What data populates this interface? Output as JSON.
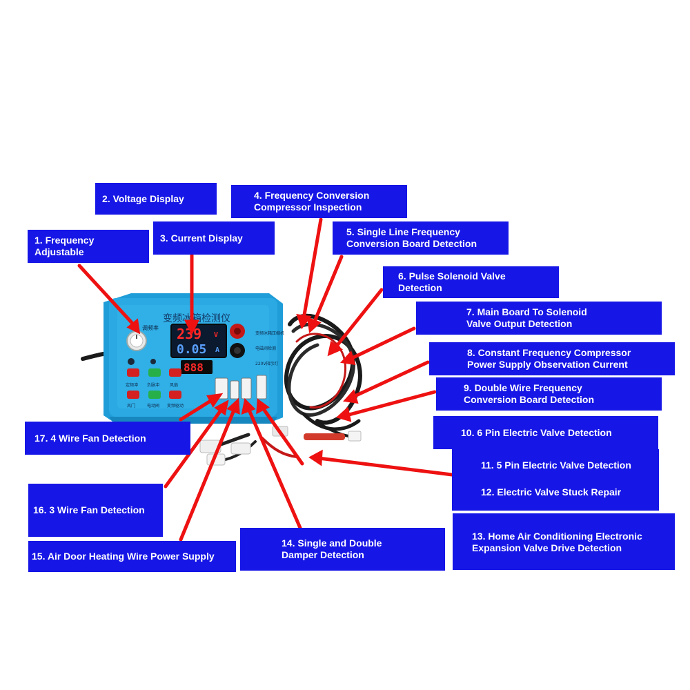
{
  "device": {
    "title": "变频冰箱检测仪",
    "knob_label": "调频率",
    "voltage_reading": "239",
    "voltage_unit": "V",
    "current_reading": "0.05",
    "current_unit": "A",
    "freq_reading": "888",
    "right_labels": [
      "变频冰箱压缩机",
      "电磁阀检测",
      "220V指示灯"
    ],
    "button_labels": [
      "定频冲",
      "负脉冲",
      "风扇",
      "风门",
      "电动阀",
      "变频驱动"
    ],
    "colors": {
      "device_body": "#29a8e0",
      "label_bg": "#1616e6",
      "arrow": "#ee1111",
      "display_red": "#ff2a2a",
      "display_blue": "#5aa0ff"
    }
  },
  "labels": [
    {
      "id": "1",
      "text": "1. Frequency Adjustable"
    },
    {
      "id": "2",
      "text": "2. Voltage Display"
    },
    {
      "id": "3",
      "text": "3. Current Display"
    },
    {
      "id": "4",
      "line1": "4. Frequency Conversion",
      "line2": "Compressor Inspection"
    },
    {
      "id": "5",
      "line1": "5. Single Line Frequency",
      "line2": "Conversion Board Detection"
    },
    {
      "id": "6",
      "line1": "6. Pulse Solenoid Valve",
      "line2": "Detection"
    },
    {
      "id": "7",
      "line1": "7. Main Board To Solenoid",
      "line2": "Valve Output Detection"
    },
    {
      "id": "8",
      "line1": "8. Constant Frequency Compressor",
      "line2": "Power Supply Observation Current"
    },
    {
      "id": "9",
      "line1": "9. Double Wire Frequency",
      "line2": "Conversion Board Detection"
    },
    {
      "id": "10",
      "text": "10. 6 Pin Electric Valve Detection"
    },
    {
      "id": "11",
      "text": "11. 5 Pin Electric Valve Detection"
    },
    {
      "id": "12",
      "text": "12. Electric Valve Stuck Repair"
    },
    {
      "id": "13",
      "line1": "13. Home Air Conditioning Electronic",
      "line2": "Expansion Valve Drive Detection"
    },
    {
      "id": "14",
      "line1": "14. Single and Double",
      "line2": "Damper Detection"
    },
    {
      "id": "15",
      "text": "15. Air Door Heating Wire Power Supply"
    },
    {
      "id": "16",
      "text": "16. 3 Wire Fan Detection"
    },
    {
      "id": "17",
      "text": "17. 4 Wire Fan Detection"
    }
  ]
}
